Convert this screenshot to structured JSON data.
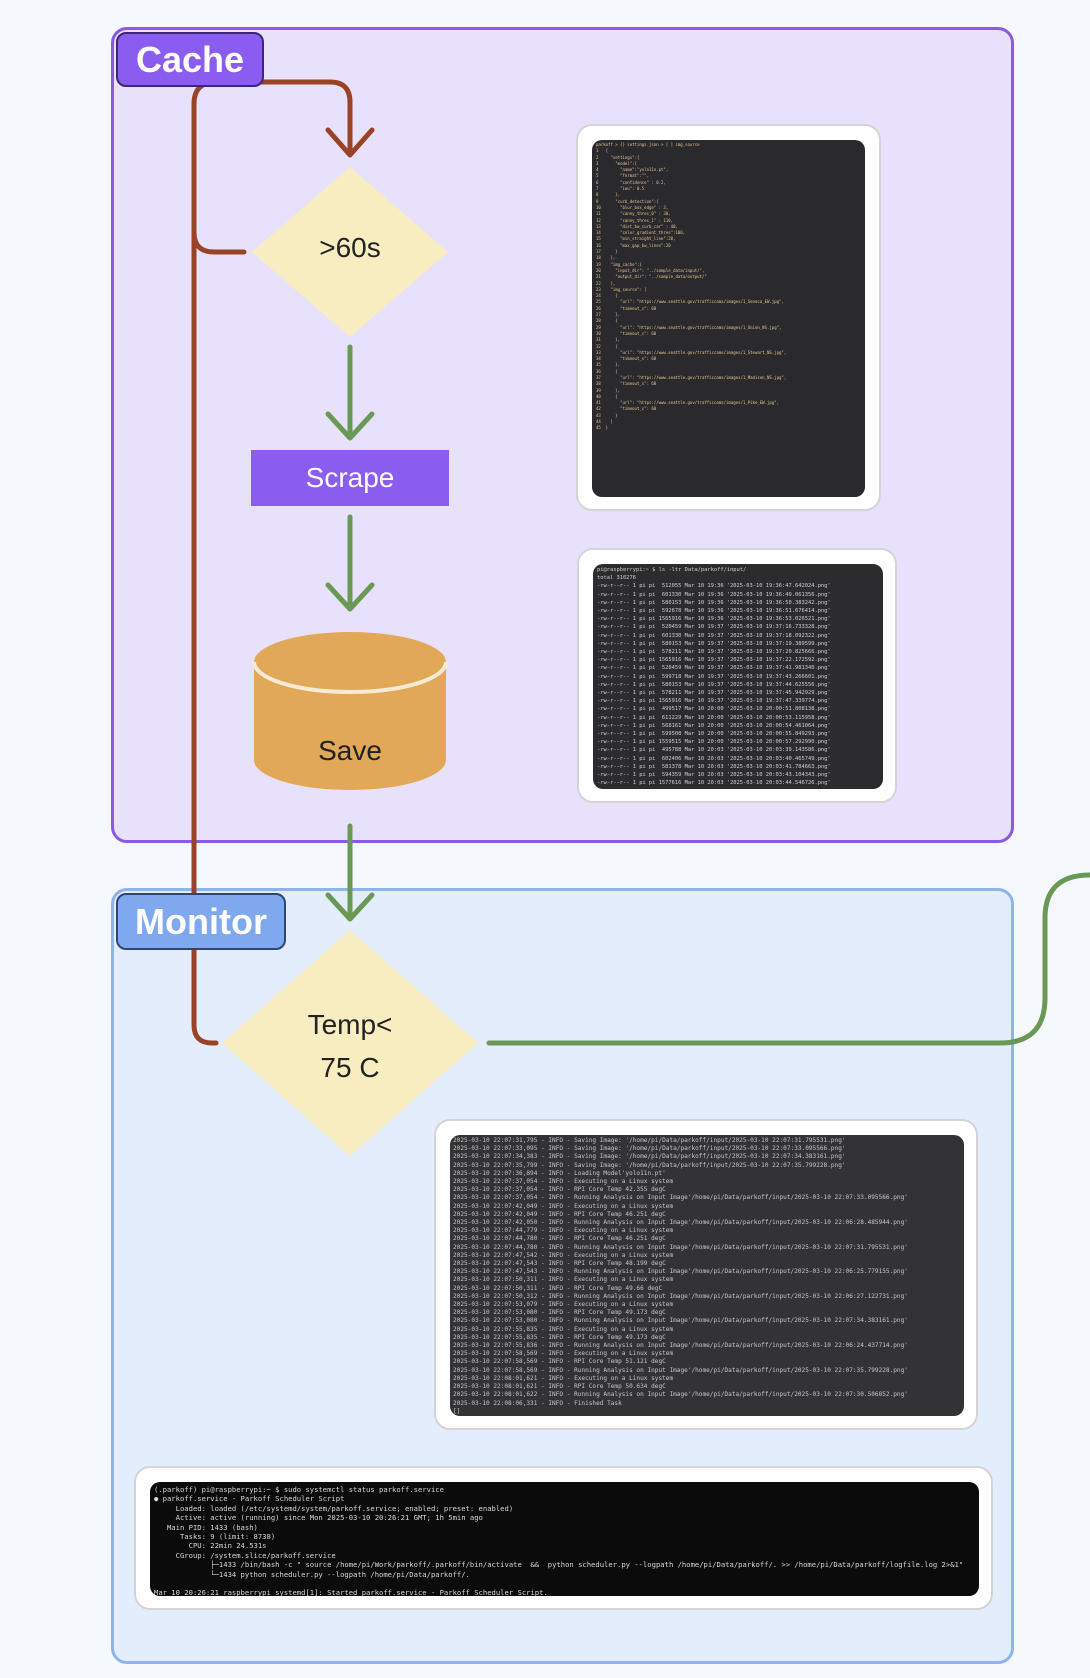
{
  "groups": {
    "cache": "Cache",
    "monitor": "Monitor"
  },
  "nodes": {
    "decision_time": ">60s",
    "scrape": "Scrape",
    "save": "Save",
    "decision_temp_line1": "Temp<",
    "decision_temp_line2": "75 C"
  },
  "colors": {
    "cache_group_fill": "#e8e1fb",
    "cache_group_border": "#8a5ae6",
    "monitor_group_fill": "#e4edfb",
    "monitor_group_border": "#8fb4ec",
    "decision_fill": "#f7edc1",
    "process_fill": "#8b5cf0",
    "database_fill": "#e0a857",
    "edge_loop": "#9a4226",
    "edge_flow": "#6a9955"
  },
  "screenshots": {
    "settings_json": [
      "parkoff > {} settings.json > [ ] img_source",
      "1   {",
      "2     \"settings\":{",
      "3       \"model\":{",
      "4         \"name\":\"yolo11n.pt\",",
      "5         \"format\":\"\",",
      "6         \"confidence\" : 0.2,",
      "7         \"iou\": 0.5",
      "8       },",
      "9       \"curb_detection\":{",
      "10        \"blur_box_edge\" : 3,",
      "11        \"canny_thres_0\" : 30,",
      "12        \"canny_thres_1\" : 110,",
      "13        \"dist_bw_curb_car\" : 40,",
      "14        \"color_gradient_thres\":100,",
      "15        \"min_straight_line\":20,",
      "16        \"max_gap_bw_lines\":20",
      "17      }",
      "18    },",
      "19    \"img_cache\":{",
      "20      \"input_dir\": \"../sample_data/input/\",",
      "21      \"output_dir\": \"../sample_data/output/\"",
      "22    },",
      "23    \"img_source\": [",
      "24      {",
      "25        \"url\": \"https://www.seattle.gov/trafficcams/images/1_Seneca_EW.jpg\",",
      "26        \"timeout_s\": 60",
      "27      },",
      "28      {",
      "29        \"url\": \"https://www.seattle.gov/trafficcams/images/1_Union_NS.jpg\",",
      "30        \"timeout_s\": 60",
      "31      },",
      "32      {",
      "33        \"url\": \"https://www.seattle.gov/trafficcams/images/1_Stewart_NS.jpg\",",
      "34        \"timeout_s\": 60",
      "35      },",
      "36      {",
      "37        \"url\": \"https://www.seattle.gov/trafficcams/images/1_Madison_NS.jpg\",",
      "38        \"timeout_s\": 60",
      "39      },",
      "40      {",
      "41        \"url\": \"https://www.seattle.gov/trafficcams/images/1_Pike_EW.jpg\",",
      "42        \"timeout_s\": 60",
      "43      }",
      "44    ]",
      "45  }"
    ],
    "ls_listing": [
      "pi@raspberrypi:~ $ ls -ltr Data/parkoff/input/",
      "total 310276",
      "-rw-r--r-- 1 pi pi  512055 Mar 10 19:36 '2025-03-10 19:36:47.642024.png'",
      "-rw-r--r-- 1 pi pi  601330 Mar 10 19:36 '2025-03-10 19:36:49.061356.png'",
      "-rw-r--r-- 1 pi pi  580153 Mar 10 19:36 '2025-03-10 19:36:50.383242.png'",
      "-rw-r--r-- 1 pi pi  592678 Mar 10 19:36 '2025-03-10 19:36:51.676414.png'",
      "-rw-r--r-- 1 pi pi 1565916 Mar 10 19:36 '2025-03-10 19:36:53.026521.png'",
      "-rw-r--r-- 1 pi pi  520459 Mar 10 19:37 '2025-03-10 19:37:16.733328.png'",
      "-rw-r--r-- 1 pi pi  601330 Mar 10 19:37 '2025-03-10 19:37:18.092322.png'",
      "-rw-r--r-- 1 pi pi  580153 Mar 10 19:37 '2025-03-10 19:37:19.389599.png'",
      "-rw-r--r-- 1 pi pi  578211 Mar 10 19:37 '2025-03-10 19:37:20.825666.png'",
      "-rw-r--r-- 1 pi pi 1565916 Mar 10 19:37 '2025-03-10 19:37:22.172592.png'",
      "-rw-r--r-- 1 pi pi  520459 Mar 10 19:37 '2025-03-10 19:37:41.981340.png'",
      "-rw-r--r-- 1 pi pi  599718 Mar 10 19:37 '2025-03-10 19:37:43.266601.png'",
      "-rw-r--r-- 1 pi pi  580153 Mar 10 19:37 '2025-03-10 19:37:44.625556.png'",
      "-rw-r--r-- 1 pi pi  578211 Mar 10 19:37 '2025-03-10 19:37:45.942929.png'",
      "-rw-r--r-- 1 pi pi 1565916 Mar 10 19:37 '2025-03-10 19:37:47.339774.png'",
      "-rw-r--r-- 1 pi pi  499517 Mar 10 20:00 '2025-03-10 20:00:51.808138.png'",
      "-rw-r--r-- 1 pi pi  611229 Mar 10 20:00 '2025-03-10 20:00:53.115958.png'",
      "-rw-r--r-- 1 pi pi  568161 Mar 10 20:00 '2025-03-10 20:00:54.461064.png'",
      "-rw-r--r-- 1 pi pi  599508 Mar 10 20:00 '2025-03-10 20:00:55.849293.png'",
      "-rw-r--r-- 1 pi pi 1559515 Mar 10 20:00 '2025-03-10 20:00:57.292990.png'",
      "-rw-r--r-- 1 pi pi  495788 Mar 10 20:03 '2025-03-10 20:03:39.143586.png'",
      "-rw-r--r-- 1 pi pi  602406 Mar 10 20:03 '2025-03-10 20:03:40.465749.png'",
      "-rw-r--r-- 1 pi pi  581378 Mar 10 20:03 '2025-03-10 20:03:41.784663.png'",
      "-rw-r--r-- 1 pi pi  594359 Mar 10 20:03 '2025-03-10 20:03:43.104343.png'",
      "-rw-r--r-- 1 pi pi 1577616 Mar 10 20:03 '2025-03-10 20:03:44.546726.png'"
    ],
    "log_output": [
      "2025-03-10 22:07:31,795 - INFO - Saving Image: '/home/pi/Data/parkoff/input/2025-03-10 22:07:31.795531.png'",
      "2025-03-10 22:07:33,095 - INFO - Saving Image: '/home/pi/Data/parkoff/input/2025-03-10 22:07:33.095566.png'",
      "2025-03-10 22:07:34,383 - INFO - Saving Image: '/home/pi/Data/parkoff/input/2025-03-10 22:07:34.383161.png'",
      "2025-03-10 22:07:35,799 - INFO - Saving Image: '/home/pi/Data/parkoff/input/2025-03-10 22:07:35.799228.png'",
      "2025-03-10 22:07:36,894 - INFO - Loading Model'yolo11n.pt'",
      "2025-03-10 22:07:37,054 - INFO - Executing on a Linux system",
      "2025-03-10 22:07:37,054 - INFO - RPI Core Temp 42.355 degC",
      "2025-03-10 22:07:37,054 - INFO - Running Analysis on Input Image'/home/pi/Data/parkoff/input/2025-03-10 22:07:33.095566.png'",
      "2025-03-10 22:07:42,049 - INFO - Executing on a Linux system",
      "2025-03-10 22:07:42,049 - INFO - RPI Core Temp 46.251 degC",
      "2025-03-10 22:07:42,050 - INFO - Running Analysis on Input Image'/home/pi/Data/parkoff/input/2025-03-10 22:06:28.485944.png'",
      "2025-03-10 22:07:44,779 - INFO - Executing on a Linux system",
      "2025-03-10 22:07:44,780 - INFO - RPI Core Temp 46.251 degC",
      "2025-03-10 22:07:44,780 - INFO - Running Analysis on Input Image'/home/pi/Data/parkoff/input/2025-03-10 22:07:31.795531.png'",
      "2025-03-10 22:07:47,542 - INFO - Executing on a Linux system",
      "2025-03-10 22:07:47,543 - INFO - RPI Core Temp 48.199 degC",
      "2025-03-10 22:07:47,543 - INFO - Running Analysis on Input Image'/home/pi/Data/parkoff/input/2025-03-10 22:06:25.779155.png'",
      "2025-03-10 22:07:50,311 - INFO - Executing on a Linux system",
      "2025-03-10 22:07:50,311 - INFO - RPI Core Temp 49.66 degC",
      "2025-03-10 22:07:50,312 - INFO - Running Analysis on Input Image'/home/pi/Data/parkoff/input/2025-03-10 22:06:27.122731.png'",
      "2025-03-10 22:07:53,079 - INFO - Executing on a Linux system",
      "2025-03-10 22:07:53,080 - INFO - RPI Core Temp 49.173 degC",
      "2025-03-10 22:07:53,080 - INFO - Running Analysis on Input Image'/home/pi/Data/parkoff/input/2025-03-10 22:07:34.383161.png'",
      "2025-03-10 22:07:55,835 - INFO - Executing on a Linux system",
      "2025-03-10 22:07:55,835 - INFO - RPI Core Temp 49.173 degC",
      "2025-03-10 22:07:55,836 - INFO - Running Analysis on Input Image'/home/pi/Data/parkoff/input/2025-03-10 22:06:24.437714.png'",
      "2025-03-10 22:07:58,569 - INFO - Executing on a Linux system",
      "2025-03-10 22:07:58,569 - INFO - RPI Core Temp 51.121 degC",
      "2025-03-10 22:07:58,569 - INFO - Running Analysis on Input Image'/home/pi/Data/parkoff/input/2025-03-10 22:07:35.799228.png'",
      "2025-03-10 22:08:01,621 - INFO - Executing on a Linux system",
      "2025-03-10 22:08:01,621 - INFO - RPI Core Temp 50.634 degC",
      "2025-03-10 22:08:01,622 - INFO - Running Analysis on Input Image'/home/pi/Data/parkoff/input/2025-03-10 22:07:30.506852.png'",
      "2025-03-10 22:08:06,331 - INFO - Finished Task",
      "[]"
    ],
    "systemctl_status": [
      "(.parkoff) pi@raspberrypi:~ $ sudo systemctl status parkoff.service",
      "● parkoff.service - Parkoff Scheduler Script",
      "     Loaded: loaded (/etc/systemd/system/parkoff.service; enabled; preset: enabled)",
      "     Active: active (running) since Mon 2025-03-10 20:26:21 GMT; 1h 5min ago",
      "   Main PID: 1433 (bash)",
      "      Tasks: 9 (limit: 8738)",
      "        CPU: 22min 24.531s",
      "     CGroup: /system.slice/parkoff.service",
      "             ├─1433 /bin/bash -c \" source /home/pi/Work/parkoff/.parkoff/bin/activate  &&  python scheduler.py --logpath /home/pi/Data/parkoff/. >> /home/pi/Data/parkoff/logfile.log 2>&1\"",
      "             └─1434 python scheduler.py --logpath /home/pi/Data/parkoff/.",
      "",
      "Mar 10 20:26:21 raspberrypi systemd[1]: Started parkoff.service - Parkoff Scheduler Script."
    ]
  }
}
